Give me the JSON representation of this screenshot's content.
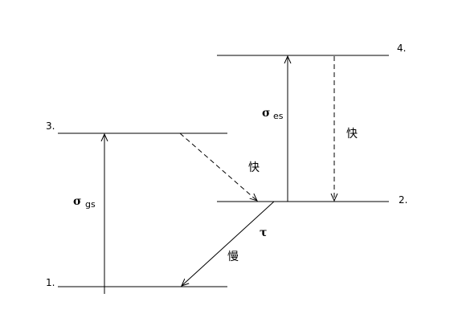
{
  "levels": {
    "level_1": "1.",
    "level_2": "2.",
    "level_3": "3.",
    "level_4": "4."
  },
  "transitions": {
    "ground_absorption": {
      "symbol": "σ",
      "subscript": "gs"
    },
    "excited_absorption": {
      "symbol": "σ",
      "subscript": "es"
    },
    "decay_3_to_2": {
      "label": "快"
    },
    "decay_4_to_2": {
      "label": "快"
    },
    "decay_2_to_1": {
      "symbol": "τ",
      "label": "慢"
    }
  }
}
